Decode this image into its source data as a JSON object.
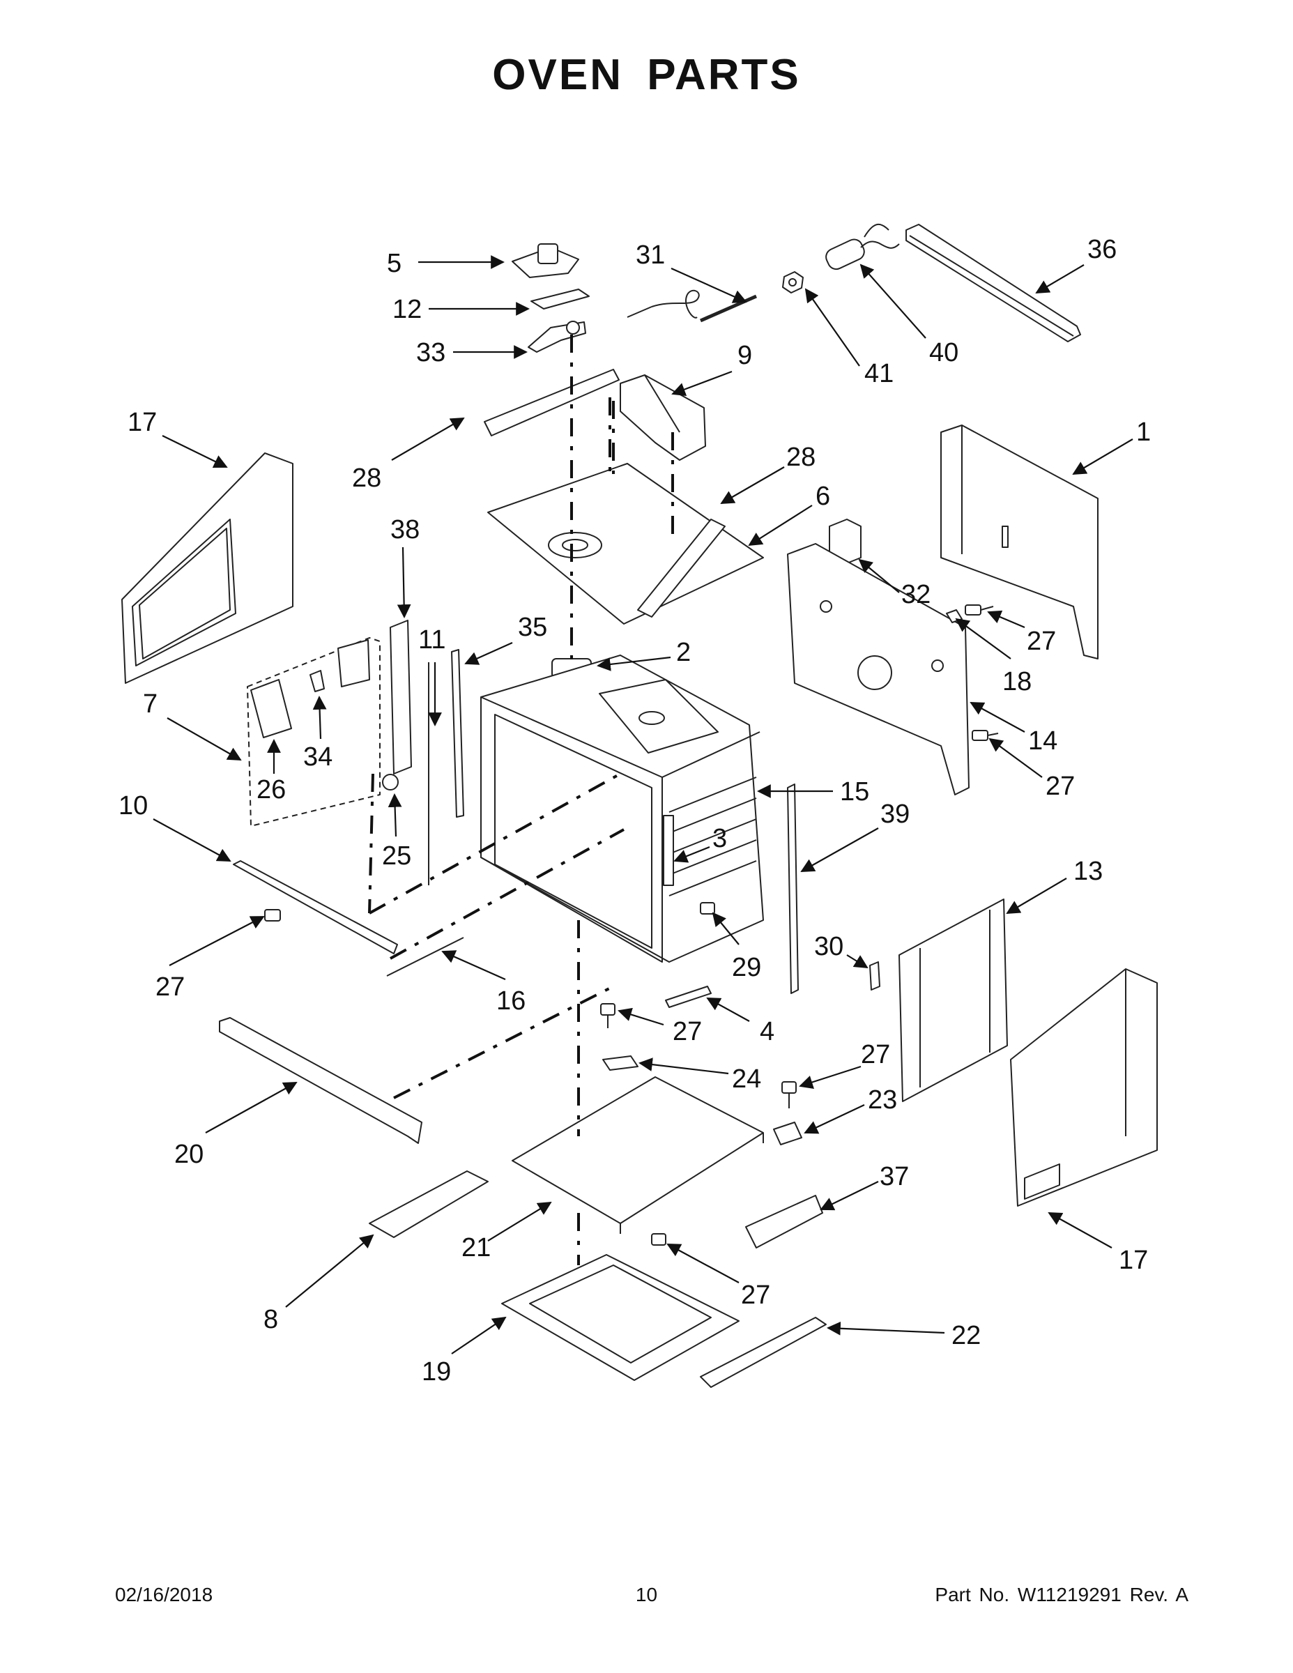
{
  "title": "OVEN PARTS",
  "footer": {
    "date": "02/16/2018",
    "page": "10",
    "part_no": "Part No.  W11219291  Rev.  A"
  },
  "callouts": [
    "5",
    "31",
    "36",
    "12",
    "33",
    "41",
    "40",
    "9",
    "17",
    "1",
    "28",
    "28",
    "6",
    "38",
    "32",
    "11",
    "35",
    "27",
    "2",
    "18",
    "7",
    "34",
    "14",
    "26",
    "27",
    "25",
    "15",
    "10",
    "39",
    "3",
    "13",
    "27",
    "29",
    "30",
    "16",
    "27",
    "4",
    "27",
    "24",
    "23",
    "20",
    "37",
    "21",
    "17",
    "8",
    "27",
    "19",
    "22"
  ]
}
